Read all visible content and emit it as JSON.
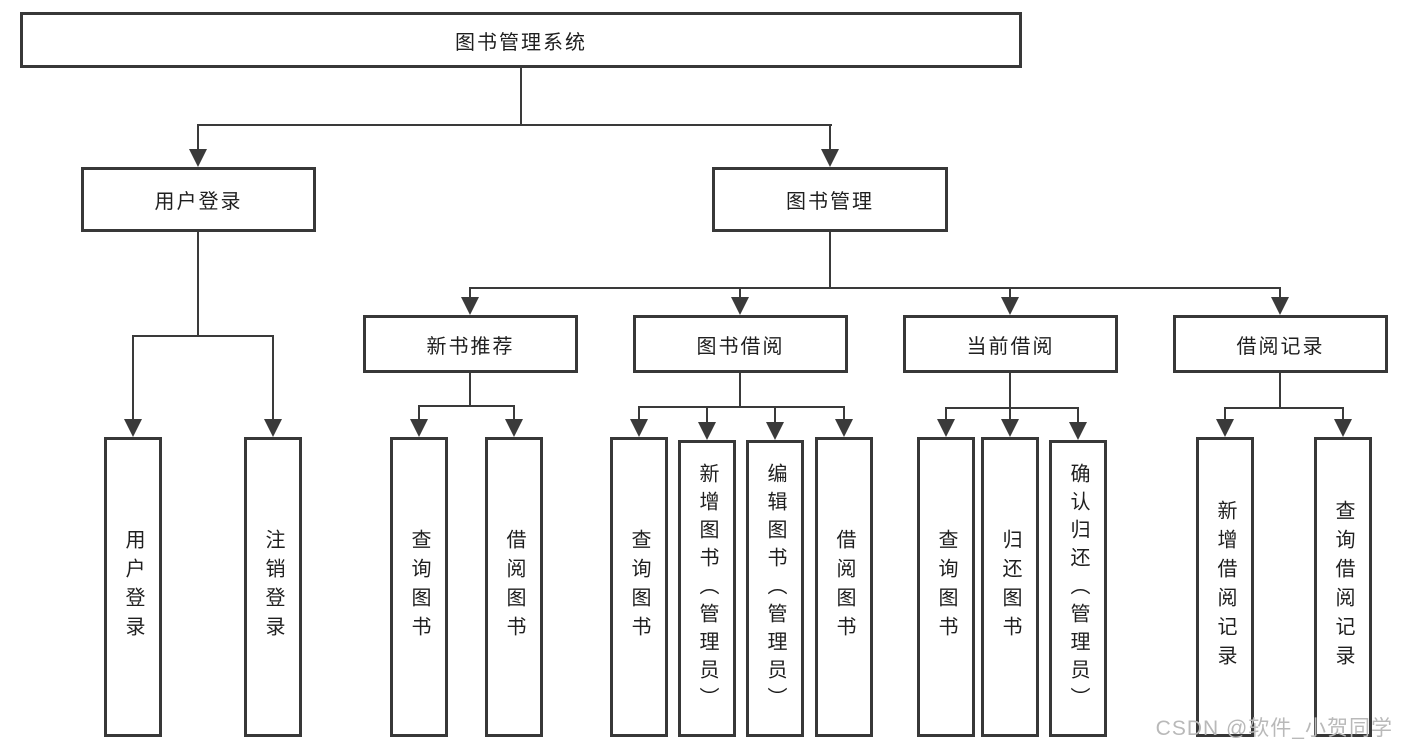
{
  "diagram": {
    "title_note": "library management system functional structure chart",
    "colors": {
      "line": "#3a3a3a",
      "border": "#383838",
      "text": "#1f1f1f",
      "watermark": "#b9b9b9",
      "background": "#ffffff"
    },
    "root": {
      "label": "图书管理系统"
    },
    "level2": {
      "user_login": {
        "label": "用户登录"
      },
      "book_management": {
        "label": "图书管理"
      }
    },
    "level3": {
      "new_book_recommend": {
        "label": "新书推荐"
      },
      "book_borrow": {
        "label": "图书借阅"
      },
      "current_borrow": {
        "label": "当前借阅"
      },
      "borrow_records": {
        "label": "借阅记录"
      }
    },
    "leaves": {
      "user_login_action": {
        "label": "用户登录"
      },
      "logout_action": {
        "label": "注销登录"
      },
      "recommend_query_books": {
        "label": "查询图书"
      },
      "recommend_borrow_books": {
        "label": "借阅图书"
      },
      "borrow_query_books": {
        "label": "查询图书"
      },
      "borrow_add_books_admin": {
        "label": "新增图书（管理员）"
      },
      "borrow_edit_books_admin": {
        "label": "编辑图书（管理员）"
      },
      "borrow_borrow_books": {
        "label": "借阅图书"
      },
      "current_query_books": {
        "label": "查询图书"
      },
      "current_return_books": {
        "label": "归还图书"
      },
      "current_confirm_return_admin": {
        "label": "确认归还（管理员）"
      },
      "records_add_borrow_record": {
        "label": "新增借阅记录"
      },
      "records_query_borrow_record": {
        "label": "查询借阅记录"
      }
    },
    "watermark": "CSDN @软件_小贺同学"
  }
}
